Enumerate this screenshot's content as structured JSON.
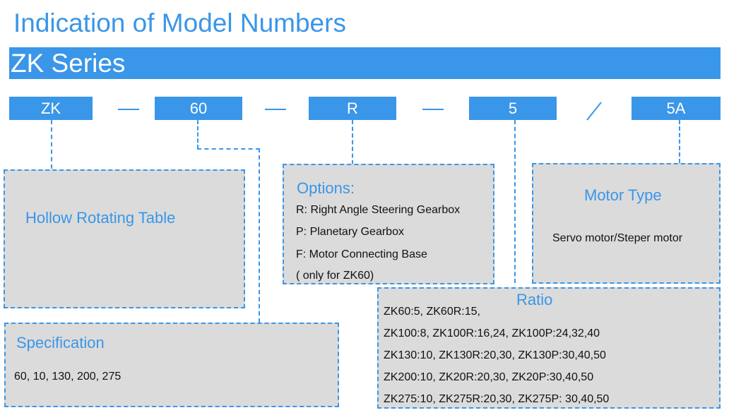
{
  "title": "Indication of Model Numbers",
  "banner": "ZK Series",
  "codes": [
    "ZK",
    "60",
    "R",
    "5",
    "5A"
  ],
  "hollow": {
    "label": "Hollow Rotating Table"
  },
  "spec": {
    "heading": "Specification",
    "text": "60, 10, 130, 200, 275"
  },
  "options": {
    "heading": "Options:",
    "items": [
      "R: Right Angle Steering Gearbox",
      "P: Planetary Gearbox",
      "F: Motor Connecting Base",
      "( only for ZK60)"
    ]
  },
  "motor": {
    "heading": "Motor Type",
    "text": "Servo motor/Steper motor"
  },
  "ratio": {
    "heading": "Ratio",
    "items": [
      "ZK60:5, ZK60R:15,",
      "ZK100:8, ZK100R:16,24, ZK100P:24,32,40",
      "ZK130:10, ZK130R:20,30, ZK130P:30,40,50",
      "ZK200:10, ZK20R:20,30, ZK20P:30,40,50",
      "ZK275:10, ZK275R:20,30, ZK275P: 30,40,50"
    ]
  },
  "colors": {
    "accent": "#3a96e8",
    "box": "#dbdbdb"
  }
}
